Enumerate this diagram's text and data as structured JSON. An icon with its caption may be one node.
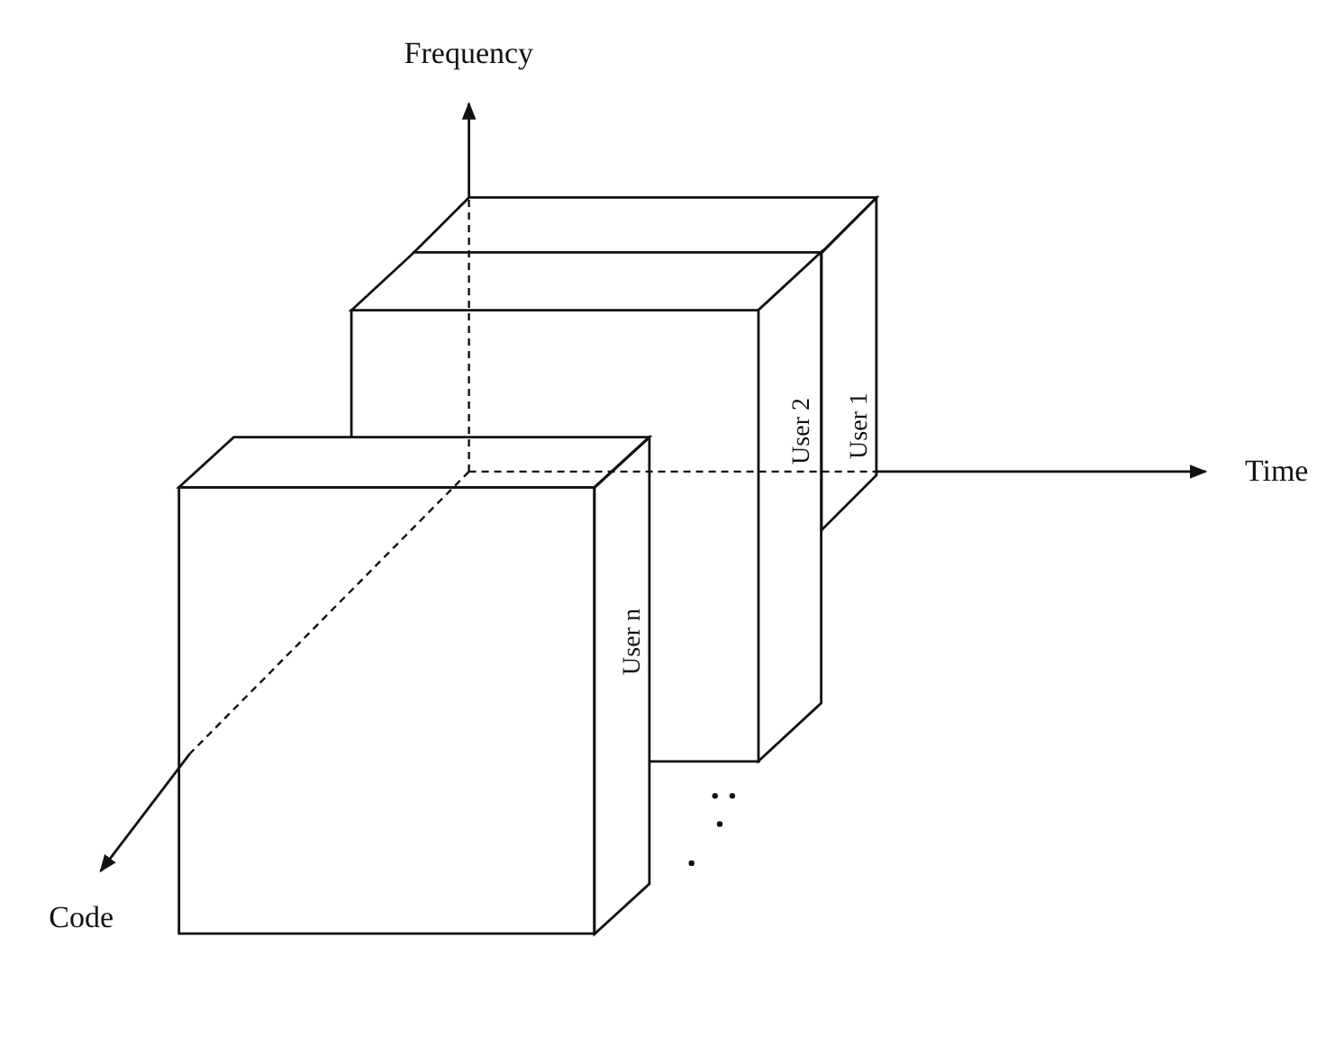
{
  "diagram": {
    "nodes": [
      {
        "text": [
          "User 1"
        ]
      },
      {
        "text": [
          "User 2"
        ]
      },
      {
        "text": [
          "User n"
        ]
      }
    ],
    "labels": [
      "Frequency",
      "Time",
      "Code"
    ]
  }
}
